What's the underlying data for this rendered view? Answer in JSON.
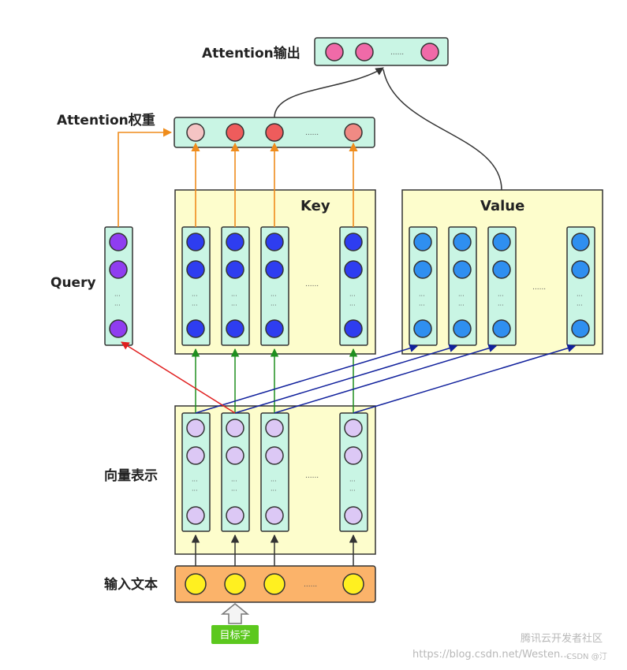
{
  "labels": {
    "attention_output": "Attention输出",
    "attention_weights": "Attention权重",
    "key": "Key",
    "value": "Value",
    "query": "Query",
    "vector_repr": "向量表示",
    "input_text": "输入文本",
    "target_word": "目标字"
  },
  "ellipsis": "......",
  "vdots": "···",
  "watermark": {
    "line1": "腾讯云开发者社区",
    "line2": "https://blog.csdn.net/Westen...",
    "line3": "CSDN @汀"
  },
  "colors": {
    "output_node": "#f06aa8",
    "weight_node_light": "#f5c4c4",
    "weight_node_dark": "#ee5c5c",
    "weight_node_mid": "#f08a84",
    "key_node": "#2e3df0",
    "value_node": "#2f8ff0",
    "query_node": "#8f3df0",
    "vector_node": "#dcc8f5",
    "input_node": "#fff020",
    "panel_fill": "#fdfdcc",
    "column_fill": "#c9f5e4",
    "input_bar_fill": "#fbb36a",
    "target_tag_fill": "#5cc81e",
    "arrow_orange": "#ef8c1c",
    "arrow_green": "#1f8f1f",
    "arrow_blue": "#10209c",
    "arrow_red": "#e01f1f",
    "arrow_dark": "#333333"
  }
}
